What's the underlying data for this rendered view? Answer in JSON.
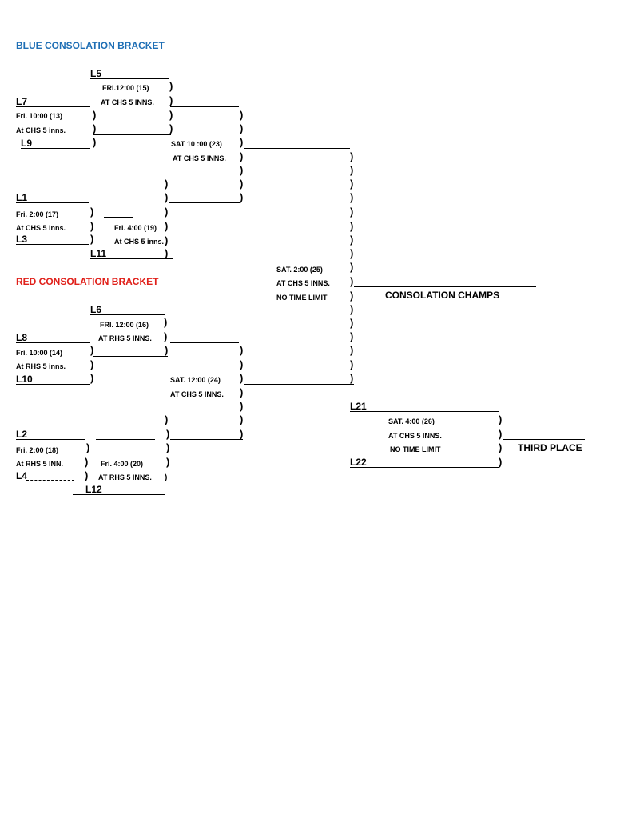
{
  "colors": {
    "blue_title": "#1f6fb5",
    "red_title": "#e0201a",
    "line": "#000000"
  },
  "blue": {
    "title": "BLUE  CONSOLATION  BRACKET",
    "l5": "L5",
    "l7": "L7",
    "l9": "L9",
    "l1": "L1",
    "l3": "L3",
    "l11": "L11",
    "g15_time": "FRI.12:00  (15)",
    "g15_loc": "AT CHS  5 INNS.",
    "g13_time": "Fri. 10:00 (13)",
    "g13_loc": "At CHS 5 inns.",
    "g23_time": "SAT 10 :00  (23)",
    "g23_loc": "AT CHS  5 INNS.",
    "g17_time": "Fri. 2:00 (17)",
    "g17_loc": "At CHS 5 inns.",
    "g19_time": "Fri. 4:00 (19)",
    "g19_loc": "At CHS 5 inns."
  },
  "final": {
    "g25_time": "SAT. 2:00   (25)",
    "g25_loc": "AT CHS  5 INNS.",
    "g25_limit": "NO TIME LIMIT",
    "champs": "CONSOLATION CHAMPS"
  },
  "red": {
    "title": "RED  CONSOLATION BRACKET",
    "l6": "L6",
    "l8": "L8",
    "l10": "L10",
    "l2": "L2",
    "l4": "L4",
    "l12": "L12",
    "g16_time": "FRI.   12:00 (16)",
    "g16_loc": "AT RHS  5 INNS.",
    "g14_time": "Fri. 10:00 (14)",
    "g14_loc": "At RHS 5 inns.",
    "g24_time": "SAT.  12:00 (24)",
    "g24_loc": "AT CHS  5 INNS.",
    "g18_time": "Fri. 2:00     (18)",
    "g18_loc": "At RHS 5 INN.",
    "g20_time": "Fri. 4:00 (20)",
    "g20_loc": "AT RHS  5 INNS."
  },
  "third": {
    "l21": "L21",
    "l22": "L22",
    "g26_time": "SAT. 4:00  (26)",
    "g26_loc": "AT CHS  5  INNS.",
    "g26_limit": "NO TIME LIMIT",
    "label": "THIRD PLACE"
  }
}
